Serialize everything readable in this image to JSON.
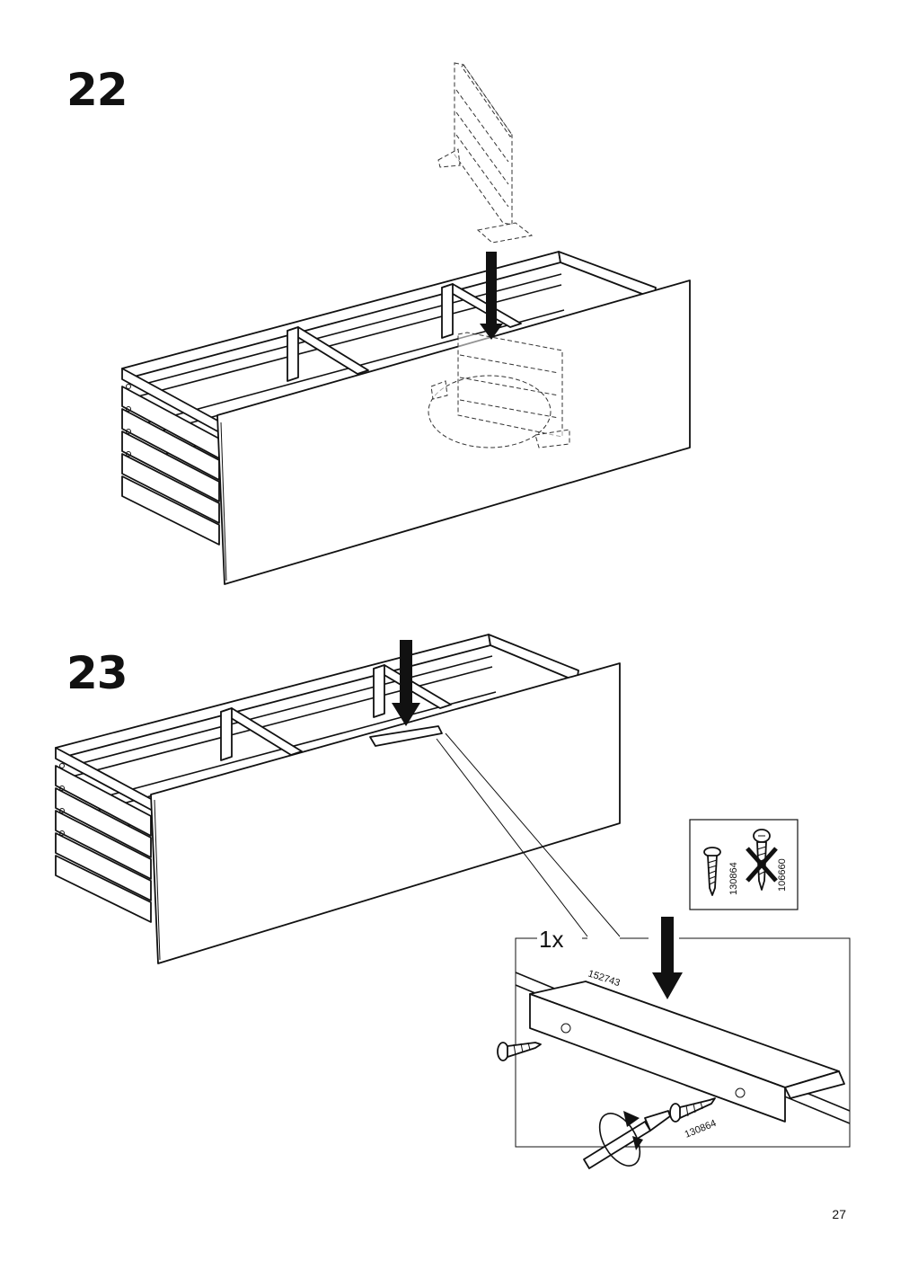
{
  "steps": [
    {
      "number": "22"
    },
    {
      "number": "23"
    }
  ],
  "detail": {
    "quantity": "1x",
    "handle_part_id": "152743",
    "screw_part_id": "130864"
  },
  "screw_legend": {
    "correct_screw_id": "130864",
    "wrong_screw_id": "106660"
  },
  "page": {
    "number": "27"
  }
}
